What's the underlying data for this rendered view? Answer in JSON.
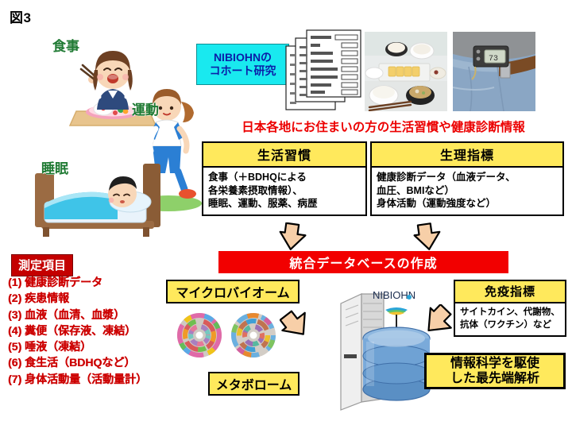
{
  "figure": {
    "label": "図3"
  },
  "lifestyle_labels": {
    "diet": "食事",
    "exercise": "運動",
    "sleep": "睡眠"
  },
  "cohort_box": {
    "line1": "NIBIOHNの",
    "line2": "コホート研究",
    "bg_color": "#19e9ef",
    "text_color": "#0b1ea8"
  },
  "headline": {
    "text": "日本各地にお住まいの方の生活習慣や健康診断情報",
    "color": "#ec0000"
  },
  "panels": {
    "lifestyle": {
      "title": "生活習慣",
      "lines": [
        "食事（＋BDHQによる",
        "各栄養素摂取情報）、",
        "睡眠、運動、服薬、病歴"
      ]
    },
    "physiology": {
      "title": "生理指標",
      "lines": [
        "健康診断データ（血液データ、",
        "血圧、BMIなど）",
        "身体活動（運動強度など）"
      ]
    },
    "immune": {
      "title": "免疫指標",
      "lines": [
        "サイトカイン、代謝物、",
        "抗体（ワクチン）など"
      ]
    }
  },
  "database_banner": {
    "text": "統合データベースの作成",
    "bg_color": "#f20000",
    "text_color": "#ffffff"
  },
  "measurement": {
    "title": "測定項目",
    "title_bg": "#c40000",
    "items": [
      "(1) 健康診断データ",
      "(2) 疾患情報",
      "(3) 血液（血清、血漿）",
      "(4) 糞便（保存液、凍結）",
      "(5) 唾液（凍結）",
      "(6) 食生活（BDHQなど）",
      "(7) 身体活動量（活動量計）"
    ],
    "text_color": "#cc0000"
  },
  "omics": {
    "microbiome": "マイクロバイオーム",
    "metabolome": "メタボローム"
  },
  "analysis_box": {
    "line1": "情報科学を駆使",
    "line2": "した最先端解析",
    "bg_color": "#ffe95c"
  },
  "database_graphic": {
    "logo_text": "NIBIOHN"
  },
  "icons": {
    "diet_illustration": "woman-eating-meal-icon",
    "exercise_illustration": "woman-walking-icon",
    "sleep_illustration": "man-sleeping-in-bed-icon",
    "questionnaire": "questionnaire-sheets-icon",
    "meal_photo": "japanese-meal-photo",
    "pedometer_photo": "pedometer-on-jeans-photo",
    "microbiome_plots": "krona-sunburst-plot-icon",
    "database": "database-cylinder-icon",
    "server": "server-rack-icon",
    "flow_arrow": "down-arrow-icon"
  }
}
